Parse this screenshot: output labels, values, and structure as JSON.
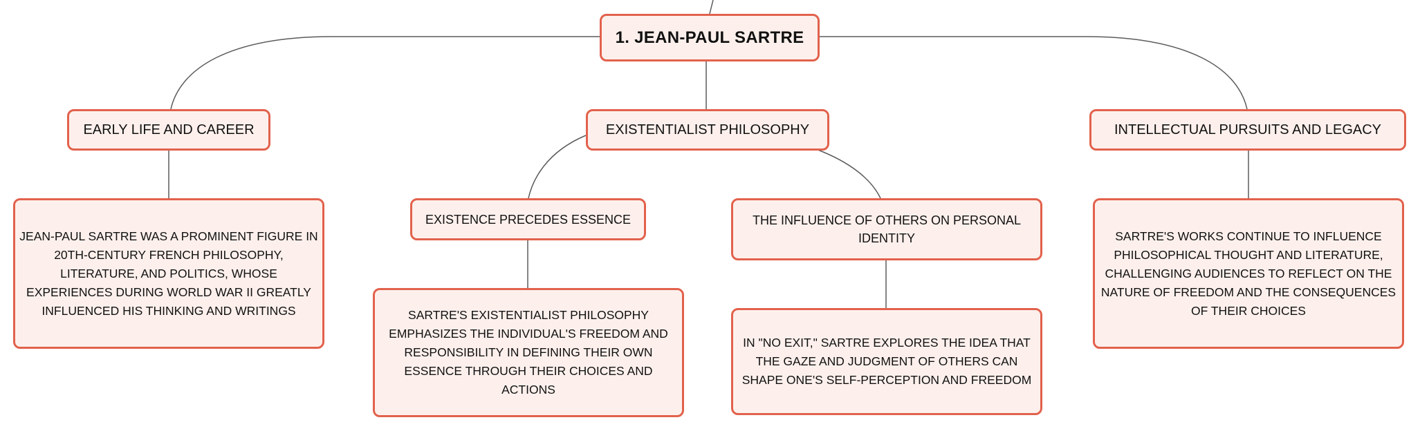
{
  "diagram": {
    "type": "mind-map",
    "colors": {
      "node_border": "#e2614c",
      "node_fill": "#fdf0ec",
      "connector": "#5a5a5a",
      "text": "#111111"
    },
    "root": {
      "label": "1. JEAN-PAUL SARTRE"
    },
    "branches": [
      {
        "label": "EARLY LIFE AND CAREER",
        "detail": "JEAN-PAUL SARTRE WAS A PROMINENT FIGURE IN 20TH-CENTURY FRENCH PHILOSOPHY, LITERATURE, AND POLITICS, WHOSE EXPERIENCES DURING WORLD WAR II GREATLY INFLUENCED HIS THINKING AND WRITINGS"
      },
      {
        "label": "EXISTENTIALIST PHILOSOPHY",
        "subtopics": [
          {
            "label": "EXISTENCE PRECEDES ESSENCE",
            "detail": "SARTRE'S EXISTENTIALIST PHILOSOPHY EMPHASIZES THE INDIVIDUAL'S FREEDOM AND RESPONSIBILITY IN DEFINING THEIR OWN ESSENCE THROUGH THEIR CHOICES AND ACTIONS"
          },
          {
            "label": "THE INFLUENCE OF OTHERS ON PERSONAL IDENTITY",
            "detail": "IN \"NO EXIT,\" SARTRE EXPLORES THE IDEA THAT THE GAZE AND JUDGMENT OF OTHERS CAN SHAPE ONE'S SELF-PERCEPTION AND FREEDOM"
          }
        ]
      },
      {
        "label": "INTELLECTUAL PURSUITS AND LEGACY",
        "detail": "SARTRE'S WORKS CONTINUE TO INFLUENCE PHILOSOPHICAL THOUGHT AND LITERATURE, CHALLENGING AUDIENCES TO REFLECT ON THE NATURE OF FREEDOM AND THE CONSEQUENCES OF THEIR CHOICES"
      }
    ]
  }
}
